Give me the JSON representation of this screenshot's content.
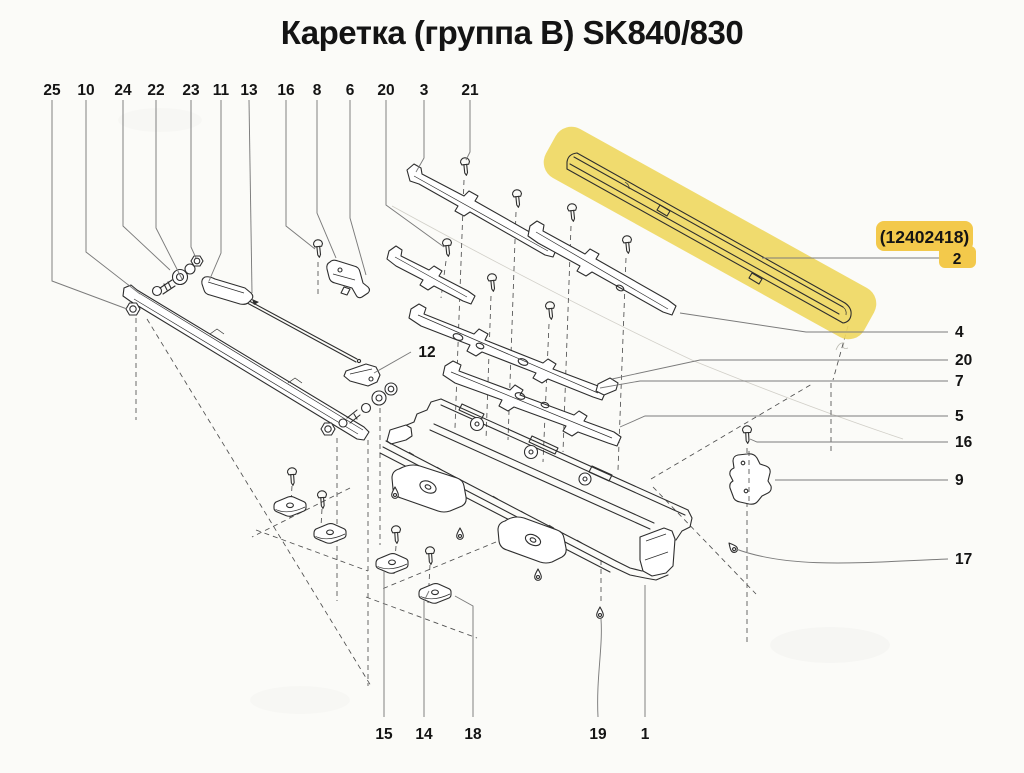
{
  "title": "Каретка (группа B) SK840/830",
  "part_ref": {
    "code": "(12402418)",
    "number": "2"
  },
  "callouts": {
    "top": [
      "25",
      "10",
      "24",
      "22",
      "23",
      "11",
      "13",
      "16",
      "8",
      "6",
      "20",
      "3",
      "21"
    ],
    "right": [
      "4",
      "20",
      "7",
      "5",
      "16",
      "9",
      "17"
    ],
    "bottom": [
      "15",
      "14",
      "18",
      "19",
      "1"
    ],
    "floating": [
      "12"
    ]
  },
  "colors": {
    "highlight": "#EFD862",
    "label_bg": "#F3C94B",
    "ink": "#2e2e2e",
    "leader": "#7b7b7b",
    "paper": "#fbfbf8"
  }
}
